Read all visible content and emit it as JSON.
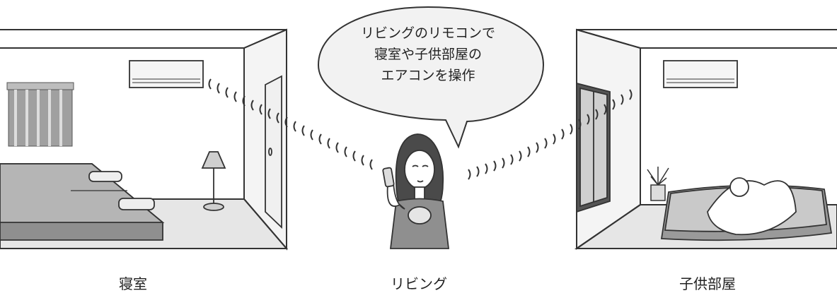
{
  "speech_bubble": {
    "lines": [
      "リビングのリモコンで",
      "寝室や子供部屋の",
      "エアコンを操作"
    ]
  },
  "captions": {
    "bedroom": "寝室",
    "living": "リビング",
    "kids_room": "子供部屋"
  },
  "colors": {
    "line": "#333333",
    "wall_gray": "#e3e3e3",
    "floor_gray": "#d0d0d0",
    "bed_gray": "#9a9a9a",
    "curtain_gray": "#9c9c9c"
  }
}
